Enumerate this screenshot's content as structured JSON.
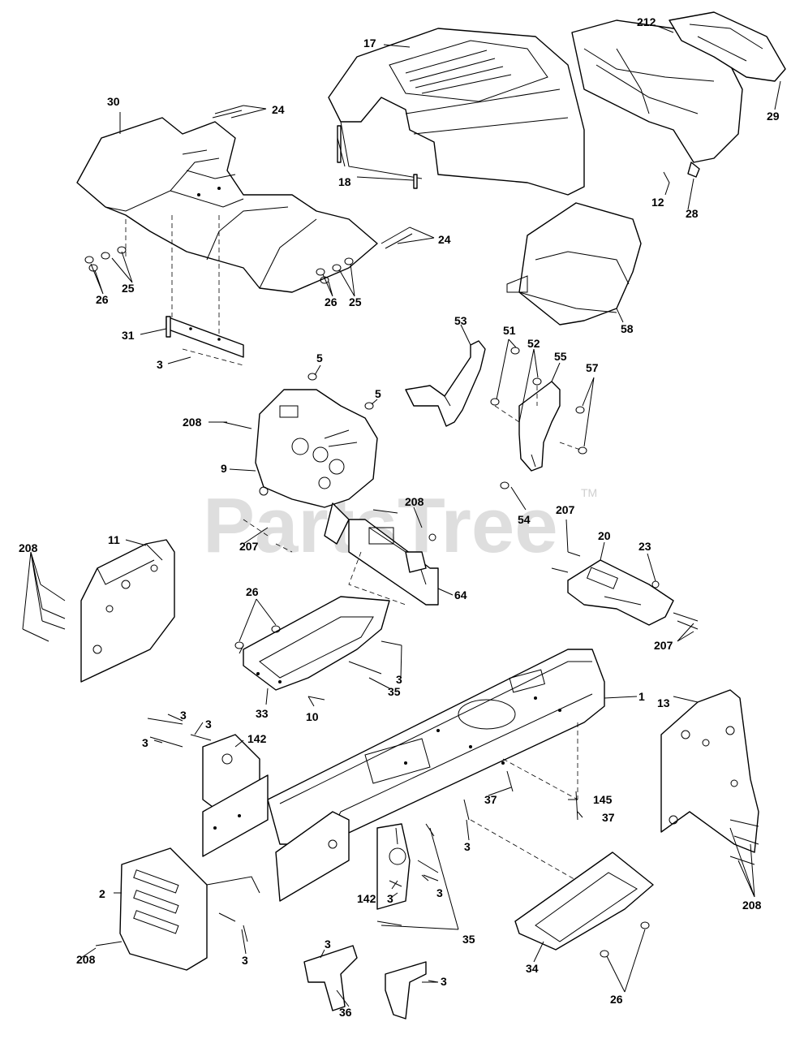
{
  "watermark": {
    "text": "PartsTree",
    "tm": "TM"
  },
  "callouts": {
    "c17": "17",
    "c212": "212",
    "c29": "29",
    "c18": "18",
    "c12": "12",
    "c28": "28",
    "c30": "30",
    "c24a": "24",
    "c24b": "24",
    "c25a": "25",
    "c26a": "26",
    "c26b": "26",
    "c25b": "25",
    "c31": "31",
    "c3a": "3",
    "c58": "58",
    "c53": "53",
    "c51": "51",
    "c52": "52",
    "c55": "55",
    "c57": "57",
    "c5a": "5",
    "c5b": "5",
    "c208a": "208",
    "c9": "9",
    "c54": "54",
    "c208b": "208",
    "c207a": "207",
    "c207b": "207",
    "c20": "20",
    "c23": "23",
    "c64": "64",
    "c11": "11",
    "c208c": "208",
    "c26c": "26",
    "c3b": "3",
    "c207c": "207",
    "c35a": "35",
    "c33": "33",
    "c10": "10",
    "c1": "1",
    "c13": "13",
    "c3c": "3",
    "c3d": "3",
    "c3e": "3",
    "c142a": "142",
    "c145": "145",
    "c37a": "37",
    "c37b": "37",
    "c3f": "3",
    "c2": "2",
    "c142b": "142",
    "c3g": "3",
    "c3h": "3",
    "c208d": "208",
    "c208e": "208",
    "c3i": "3",
    "c35b": "35",
    "c34": "34",
    "c26d": "26",
    "c3j": "3",
    "c3k": "3",
    "c36": "36"
  }
}
